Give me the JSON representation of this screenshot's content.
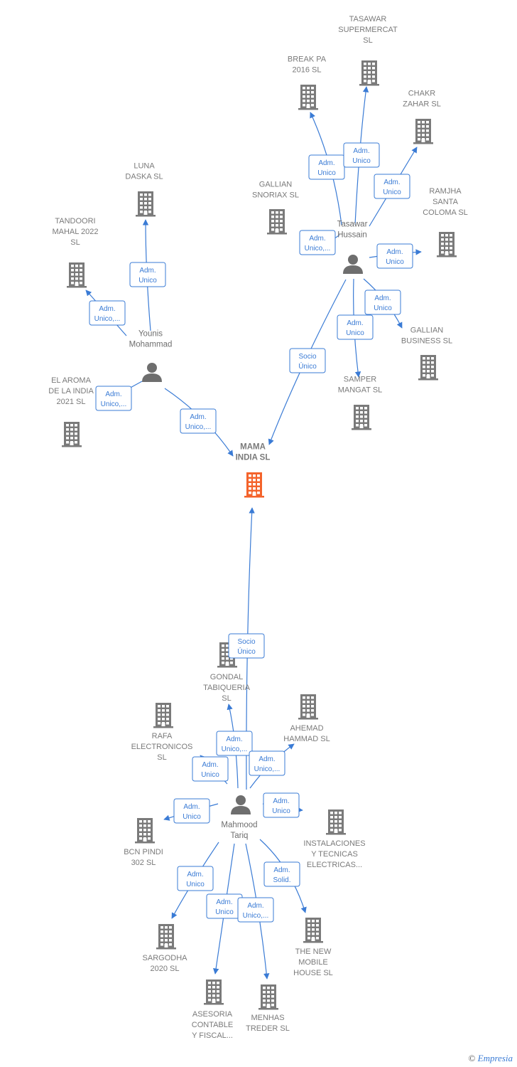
{
  "companies": [
    {
      "id": "mama",
      "lines": [
        "MAMA",
        "INDIA  SL"
      ],
      "focus": true
    },
    {
      "id": "tasawar_super",
      "lines": [
        "TASAWAR",
        "SUPERMERCAT",
        "SL"
      ]
    },
    {
      "id": "break_pa",
      "lines": [
        "BREAK PA",
        "2016  SL"
      ]
    },
    {
      "id": "chakr",
      "lines": [
        "CHAKR",
        "ZAHAR  SL"
      ]
    },
    {
      "id": "gallian_snoriax",
      "lines": [
        "GALLIAN",
        "SNORIAX SL"
      ]
    },
    {
      "id": "ramjha",
      "lines": [
        "RAMJHA",
        "SANTA",
        "COLOMA  SL"
      ]
    },
    {
      "id": "gallian_business",
      "lines": [
        "GALLIAN",
        "BUSINESS  SL"
      ]
    },
    {
      "id": "samper",
      "lines": [
        "SAMPER",
        "MANGAT  SL"
      ]
    },
    {
      "id": "luna",
      "lines": [
        "LUNA",
        "DASKA  SL"
      ]
    },
    {
      "id": "tandoori",
      "lines": [
        "TANDOORI",
        "MAHAL 2022",
        "SL"
      ]
    },
    {
      "id": "el_aroma",
      "lines": [
        "EL AROMA",
        "DE LA INDIA",
        "2021  SL"
      ]
    },
    {
      "id": "gondal",
      "lines": [
        "GONDAL",
        "TABIQUERIA",
        "SL"
      ]
    },
    {
      "id": "rafa",
      "lines": [
        "RAFA",
        "ELECTRONICOS",
        "SL"
      ]
    },
    {
      "id": "ahemad",
      "lines": [
        "AHEMAD",
        "HAMMAD SL"
      ]
    },
    {
      "id": "instalaciones",
      "lines": [
        "INSTALACIONES",
        "Y TECNICAS",
        "ELECTRICAS..."
      ]
    },
    {
      "id": "bcn",
      "lines": [
        "BCN PINDI",
        "302  SL"
      ]
    },
    {
      "id": "sargodha",
      "lines": [
        "SARGODHA",
        "2020  SL"
      ]
    },
    {
      "id": "new_mobile",
      "lines": [
        "THE NEW",
        "MOBILE",
        "HOUSE  SL"
      ]
    },
    {
      "id": "asesoria",
      "lines": [
        "ASESORIA",
        "CONTABLE",
        "Y FISCAL..."
      ]
    },
    {
      "id": "menhas",
      "lines": [
        "MENHAS",
        "TREDER  SL"
      ]
    }
  ],
  "persons": [
    {
      "id": "tasawar",
      "lines": [
        "Tasawar",
        "Hussain"
      ]
    },
    {
      "id": "younis",
      "lines": [
        "Younis",
        "Mohammad"
      ]
    },
    {
      "id": "mahmood",
      "lines": [
        "Mahmood",
        "Tariq"
      ]
    }
  ],
  "relations": [
    {
      "id": "r1",
      "lines": [
        "Adm.",
        "Unico"
      ]
    },
    {
      "id": "r2",
      "lines": [
        "Adm.",
        "Unico"
      ]
    },
    {
      "id": "r3",
      "lines": [
        "Adm.",
        "Unico"
      ]
    },
    {
      "id": "r4",
      "lines": [
        "Adm.",
        "Unico,..."
      ]
    },
    {
      "id": "r5",
      "lines": [
        "Adm.",
        "Unico"
      ]
    },
    {
      "id": "r6",
      "lines": [
        "Adm.",
        "Unico"
      ]
    },
    {
      "id": "r7",
      "lines": [
        "Adm.",
        "Unico"
      ]
    },
    {
      "id": "r8",
      "lines": [
        "Socio",
        "Único"
      ]
    },
    {
      "id": "r9",
      "lines": [
        "Adm.",
        "Unico"
      ]
    },
    {
      "id": "r10",
      "lines": [
        "Adm.",
        "Unico,..."
      ]
    },
    {
      "id": "r11",
      "lines": [
        "Adm.",
        "Unico,..."
      ]
    },
    {
      "id": "r12",
      "lines": [
        "Adm.",
        "Unico,..."
      ]
    },
    {
      "id": "r13",
      "lines": [
        "Socio",
        "Único"
      ]
    },
    {
      "id": "r14",
      "lines": [
        "Adm.",
        "Unico,..."
      ]
    },
    {
      "id": "r15",
      "lines": [
        "Adm.",
        "Unico"
      ]
    },
    {
      "id": "r16",
      "lines": [
        "Adm.",
        "Unico,..."
      ]
    },
    {
      "id": "r17",
      "lines": [
        "Adm.",
        "Unico"
      ]
    },
    {
      "id": "r18",
      "lines": [
        "Adm.",
        "Unico"
      ]
    },
    {
      "id": "r19",
      "lines": [
        "Adm.",
        "Unico"
      ]
    },
    {
      "id": "r20",
      "lines": [
        "Adm.",
        "Solid."
      ]
    },
    {
      "id": "r21",
      "lines": [
        "Adm.",
        "Unico"
      ]
    },
    {
      "id": "r22",
      "lines": [
        "Adm.",
        "Unico,..."
      ]
    }
  ],
  "colors": {
    "building": "#7a7a7a",
    "building_focus": "#f4632b",
    "person": "#6e6e6e",
    "edge": "#3a7bd5",
    "rel_border": "#3a7bd5",
    "rel_text": "#3a7bd5"
  },
  "footer": {
    "copyright": "©",
    "brand": "Empresia"
  }
}
